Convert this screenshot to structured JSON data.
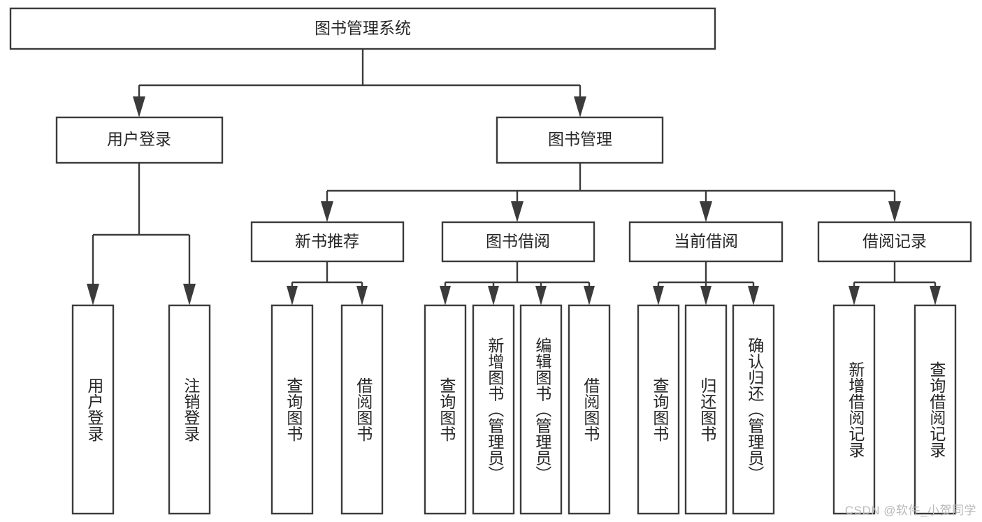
{
  "diagram": {
    "type": "tree",
    "title": "图书管理系统",
    "orientation": "top-down",
    "colors": {
      "background": "#ffffff",
      "box_fill": "#ffffff",
      "box_stroke": "#3b3b3b",
      "connector": "#3b3b3b",
      "text": "#262626",
      "watermark": "#b9b9b9"
    },
    "root": {
      "label": "图书管理系统",
      "level": 0
    },
    "level1": [
      {
        "label": "用户登录"
      },
      {
        "label": "图书管理"
      }
    ],
    "level2": [
      {
        "label": "新书推荐"
      },
      {
        "label": "图书借阅"
      },
      {
        "label": "当前借阅"
      },
      {
        "label": "借阅记录"
      }
    ],
    "leaves": {
      "user_login": [
        {
          "label": "用户登录"
        },
        {
          "label": "注销登录"
        }
      ],
      "new_book_recommend": [
        {
          "label": "查询图书"
        },
        {
          "label": "借阅图书"
        }
      ],
      "book_borrow": [
        {
          "label": "查询图书"
        },
        {
          "label": "新增图书（管理员）"
        },
        {
          "label": "编辑图书（管理员）"
        },
        {
          "label": "借阅图书"
        }
      ],
      "current_borrow": [
        {
          "label": "查询图书"
        },
        {
          "label": "归还图书"
        },
        {
          "label": "确认归还（管理员）"
        }
      ],
      "borrow_record": [
        {
          "label": "新增借阅记录"
        },
        {
          "label": "查询借阅记录"
        }
      ]
    }
  },
  "watermark": {
    "text": "CSDN @软件_小贺同学"
  }
}
